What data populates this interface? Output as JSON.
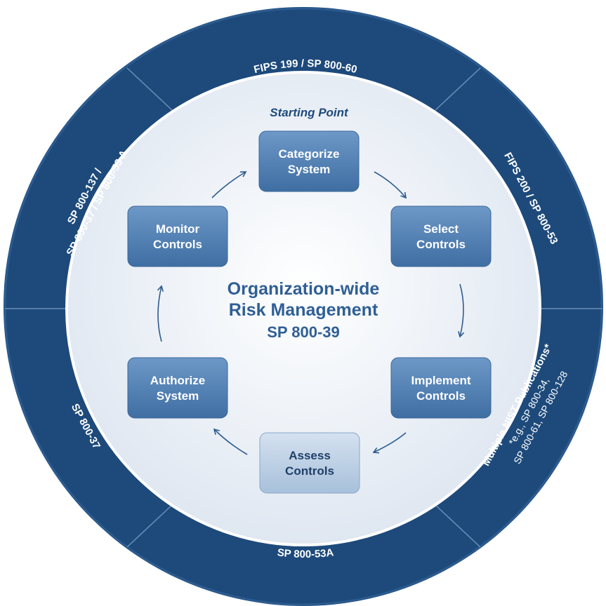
{
  "ring": {
    "top": "FIPS 199 / SP 800-60",
    "right_upper": "FIPS 200 / SP 800-53",
    "right_lower_line1": "Multiple NIST Publications*",
    "right_lower_line2": "*e.g., SP 800-34,",
    "right_lower_line3": "SP 800-61, SP 800-128",
    "bottom": "SP 800-53A",
    "left_lower": "SP 800-37",
    "left_upper_line1": "SP 800-137 /",
    "left_upper_line2": "SP 800-37 / SP 800-53 A"
  },
  "center": {
    "line1": "Organization-wide",
    "line2": "Risk Management",
    "line3": "SP 800-39",
    "starting_point": "Starting Point"
  },
  "steps": {
    "categorize": {
      "line1": "Categorize",
      "line2": "System"
    },
    "select": {
      "line1": "Select",
      "line2": "Controls"
    },
    "implement": {
      "line1": "Implement",
      "line2": "Controls"
    },
    "assess": {
      "line1": "Assess",
      "line2": "Controls"
    },
    "authorize": {
      "line1": "Authorize",
      "line2": "System"
    },
    "monitor": {
      "line1": "Monitor",
      "line2": "Controls"
    }
  },
  "colors": {
    "ring": "#1d4a7b",
    "ring_divider": "#6a8fb8",
    "inner_disc": "#eef2f7",
    "step_box": "#4f7fb3",
    "step_box_light": "#b9cde3",
    "text_blue": "#2f5f95"
  }
}
